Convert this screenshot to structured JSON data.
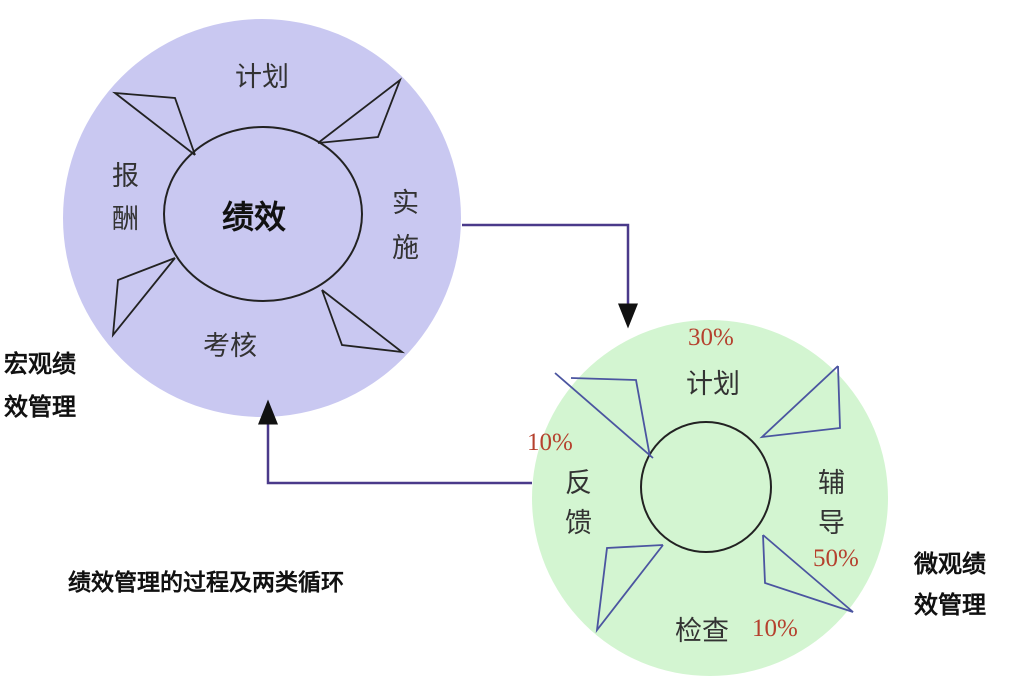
{
  "macro": {
    "center": "绩效",
    "plan": "计划",
    "implement": [
      "实",
      "施"
    ],
    "assess": "考核",
    "reward": [
      "报",
      "酬"
    ],
    "caption": [
      "宏观绩",
      "效管理"
    ]
  },
  "micro": {
    "plan": "计划",
    "plan_pct": "30%",
    "coach": [
      "辅",
      "导"
    ],
    "coach_pct": "50%",
    "check": "检查",
    "check_pct": "10%",
    "feedback": [
      "反",
      "馈"
    ],
    "feedback_pct": "10%",
    "caption": [
      "微观绩",
      "效管理"
    ]
  },
  "title": "绩效管理的过程及两类循环",
  "colors": {
    "macro_fill": "#c9c8f1",
    "micro_fill": "#d3f5d1",
    "connector": "#4a3a8a",
    "flag": "#4b55a0",
    "pct": "#b5412e"
  }
}
